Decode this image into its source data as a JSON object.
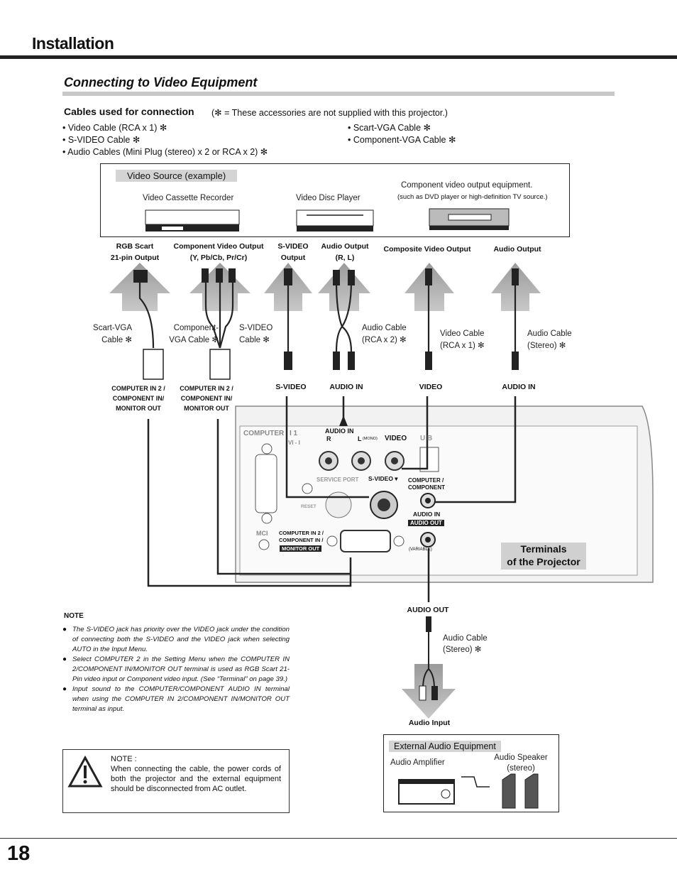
{
  "header": {
    "section": "Installation"
  },
  "subheader": {
    "title": "Connecting to Video Equipment"
  },
  "cables": {
    "title": "Cables used for connection",
    "note": "(✻ = These accessories are not supplied with this projector.)",
    "left": [
      "• Video Cable (RCA x 1) ✻",
      "• S-VIDEO Cable ✻",
      "• Audio Cables (Mini Plug (stereo) x 2 or RCA x 2) ✻"
    ],
    "right": [
      "• Scart-VGA Cable ✻",
      "• Component-VGA Cable ✻"
    ]
  },
  "source_box": {
    "label": "Video Source (example)",
    "vcr": "Video Cassette Recorder",
    "vdp": "Video Disc Player",
    "component": "Component video output equipment.",
    "component_sub": "(such as DVD player or high-definition TV source.)"
  },
  "outputs": {
    "rgb_scart": [
      "RGB Scart",
      "21-pin Output"
    ],
    "component_out": [
      "Component Video Output",
      "(Y, Pb/Cb, Pr/Cr)"
    ],
    "svideo_out": [
      "S-VIDEO",
      "Output"
    ],
    "audio_out_rl": [
      "Audio Output",
      "(R, L)"
    ],
    "composite": "Composite Video Output",
    "audio_output": "Audio Output"
  },
  "cable_labels": {
    "scart_vga": [
      "Scart-VGA",
      "Cable ✻"
    ],
    "component_vga": [
      "Component-",
      "VGA Cable ✻"
    ],
    "svideo_cable": [
      "S-VIDEO",
      "Cable ✻"
    ],
    "audio_rca": [
      "Audio Cable",
      "(RCA x 2) ✻"
    ],
    "video_cable": [
      "Video Cable",
      "(RCA x 1) ✻"
    ],
    "audio_stereo": [
      "Audio Cable",
      "(Stereo) ✻"
    ],
    "audio_stereo2": [
      "Audio Cable",
      "(Stereo) ✻"
    ]
  },
  "inputs": {
    "comp_in_1": [
      "COMPUTER IN 2 /",
      "COMPONENT  IN/",
      "MONITOR OUT"
    ],
    "comp_in_2": [
      "COMPUTER IN 2 /",
      "COMPONENT IN/",
      "MONITOR OUT"
    ],
    "svideo": "S-VIDEO",
    "audio_in": "AUDIO IN",
    "video": "VIDEO",
    "audio_in2": "AUDIO IN",
    "audio_out": "AUDIO OUT",
    "audio_input": "Audio Input"
  },
  "panel": {
    "computer": "COMPUTER",
    "in1": "I 1",
    "dvi": "VI - I",
    "audio_in": "AUDIO  IN",
    "r": "R",
    "l": "L",
    "mono": "(MONO)",
    "video": "VIDEO",
    "usb": "U B",
    "service": "SERVICE PORT",
    "svideo": "S-VIDEO ▾",
    "comp_component": [
      "COMPUTER /",
      "COMPONENT"
    ],
    "reset": "RESET",
    "audio_in2": "AUDIO  IN",
    "audio_out": "AUDIO  OUT",
    "variable": "(VARIABLE)",
    "mci": "MCI",
    "comp_in2": [
      "COMPUTER IN 2 /",
      "COMPONENT IN /"
    ],
    "monitor_out": "MONITOR  OUT"
  },
  "terminals": [
    "Terminals",
    "of the Projector"
  ],
  "note": {
    "title": "NOTE",
    "items": [
      "The S-VIDEO jack has priority over the VIDEO jack under the condition of connecting both the S-VIDEO and the VIDEO jack  when selecting AUTO in the Input Menu.",
      "Select COMPUTER 2 in the Setting Menu when the COMPUTER IN 2/COMPONENT IN/MONITOR OUT terminal is used as RGB Scart 21-Pin video input or Component video input.  (See “Terminal” on page 39.)",
      "Input sound to the COMPUTER/COMPONENT AUDIO IN terminal when using the COMPUTER IN 2/COMPONENT IN/MONITOR OUT terminal as input."
    ]
  },
  "warning": {
    "text": "NOTE   :\nWhen connecting the cable, the power cords of both the projector and the external equipment should be disconnected from AC outlet."
  },
  "audio_box": {
    "label": "External Audio Equipment",
    "amp": "Audio Amplifier",
    "speaker": [
      "Audio Speaker",
      "(stereo)"
    ]
  },
  "page_number": "18"
}
